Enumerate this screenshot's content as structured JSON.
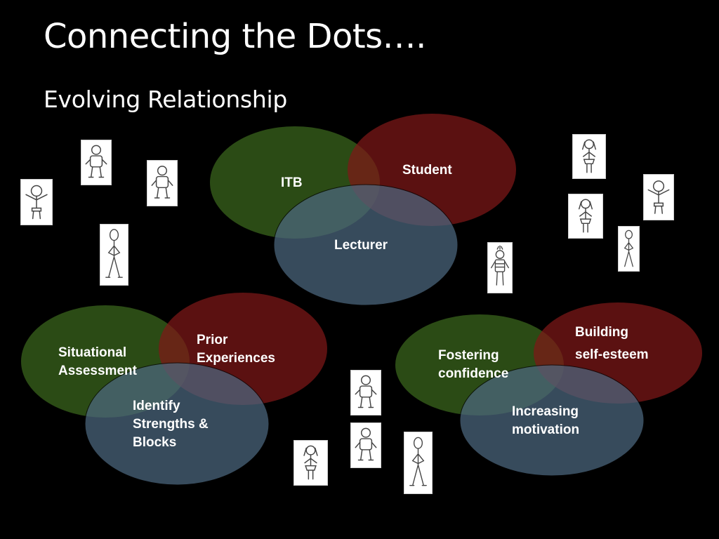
{
  "slide": {
    "title": "Connecting the Dots….",
    "subtitle": "Evolving Relationship"
  },
  "colors": {
    "background": "#000000",
    "green": "#2d4e16",
    "red": "#7e1818",
    "blue": "#4d6880"
  },
  "diagrams": [
    {
      "id": "top",
      "labels": {
        "green": "ITB",
        "red": "Student",
        "blue": "Lecturer"
      }
    },
    {
      "id": "bottom-left",
      "labels": {
        "green": [
          "Situational",
          "Assessment"
        ],
        "red": [
          "Prior",
          "Experiences"
        ],
        "blue": [
          "Identify",
          "Strengths &",
          "Blocks"
        ]
      }
    },
    {
      "id": "bottom-right",
      "labels": {
        "green": [
          "Fostering",
          "confidence"
        ],
        "red": [
          "Building",
          "self-esteem"
        ],
        "blue": [
          "Increasing",
          "motivation"
        ]
      }
    }
  ],
  "figures": [
    {
      "icon": "sketch-person-icon"
    },
    {
      "icon": "sketch-person-icon"
    },
    {
      "icon": "sketch-person-icon"
    },
    {
      "icon": "sketch-person-icon"
    },
    {
      "icon": "sketch-person-icon"
    },
    {
      "icon": "sketch-person-icon"
    },
    {
      "icon": "sketch-person-icon"
    },
    {
      "icon": "sketch-person-icon"
    },
    {
      "icon": "sketch-person-icon"
    },
    {
      "icon": "sketch-person-icon"
    },
    {
      "icon": "sketch-person-icon"
    },
    {
      "icon": "sketch-person-icon"
    },
    {
      "icon": "sketch-person-icon"
    },
    {
      "icon": "sketch-person-icon"
    }
  ]
}
